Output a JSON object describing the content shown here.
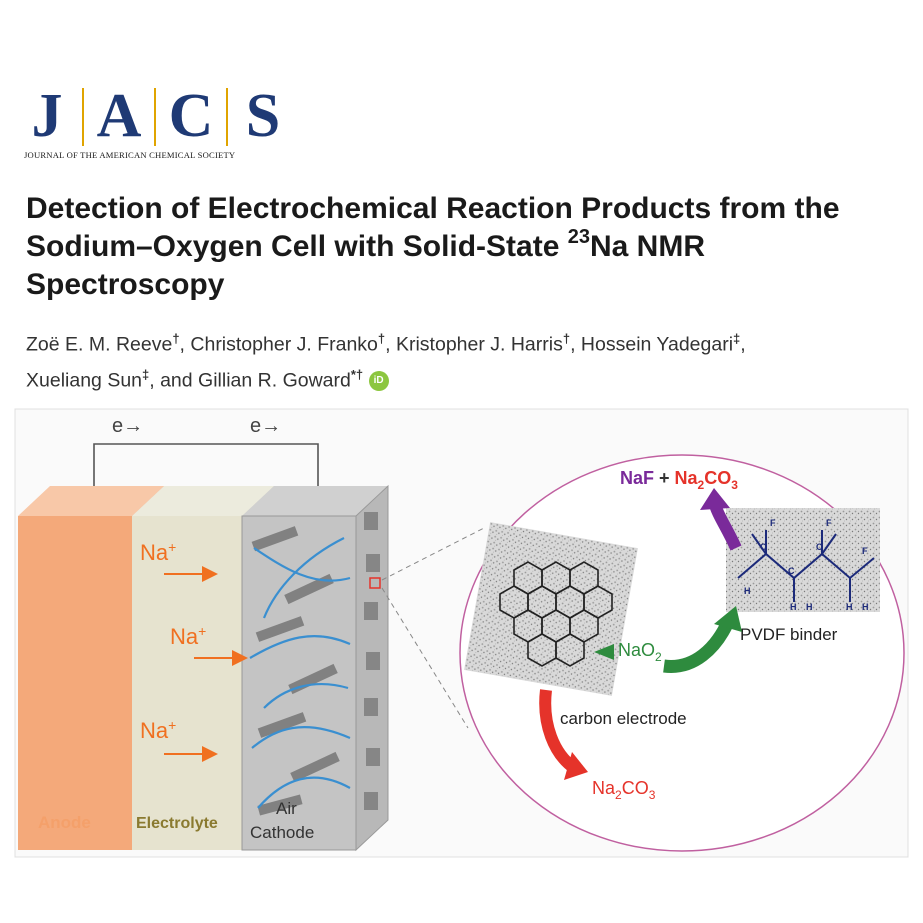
{
  "journal": {
    "letters": [
      "J",
      "A",
      "C",
      "S"
    ],
    "subtitle": "JOURNAL OF THE AMERICAN CHEMICAL SOCIETY"
  },
  "article": {
    "title_part1": "Detection of Electrochemical Reaction Products from the Sodium–Oxygen Cell with Solid-State ",
    "title_sup": "23",
    "title_part2": "Na NMR Spectroscopy",
    "authors": [
      {
        "name": "Zoë E. M. Reeve",
        "mark": "†"
      },
      {
        "name": "Christopher J. Franko",
        "mark": "†"
      },
      {
        "name": "Kristopher J. Harris",
        "mark": "†"
      },
      {
        "name": "Hossein Yadegari",
        "mark": "‡"
      },
      {
        "name": "Xueliang Sun",
        "mark": "‡"
      },
      {
        "name": "Gillian R. Goward",
        "mark": "*†"
      }
    ],
    "author_sep": ", ",
    "author_and": ", and ",
    "orcid_label": "iD"
  },
  "figure": {
    "electron_label": "e→",
    "na_ion_base": "Na",
    "na_ion_charge": "+",
    "anode_label": "Anode",
    "electrolyte_label": "Electrolyte",
    "cathode_label_1": "Air",
    "cathode_label_2": "Cathode",
    "product_naf": "NaF",
    "product_plus": " + ",
    "na2co3_a": "Na",
    "na2co3_sub2": "2",
    "na2co3_b": "CO",
    "na2co3_sub3": "3",
    "nao2_a": "NaO",
    "nao2_sub": "2",
    "carbon_electrode_label": "carbon electrode",
    "pvdf_label": "PVDF binder",
    "pvdf_atoms": [
      "C",
      "C",
      "C",
      "F",
      "F",
      "F",
      "H",
      "H",
      "H",
      "H",
      "H"
    ]
  },
  "colors": {
    "jacs_blue": "#1f3a75",
    "jacs_gold": "#e0a400",
    "anode_orange": "#f4a97a",
    "na_orange": "#f07020",
    "arrow_red": "#e5332a",
    "arrow_green": "#2e8b3e",
    "arrow_purple": "#7a2a9a",
    "pvdf_navy": "#1c2a7a",
    "fiber_blue": "#3a8fd0",
    "orcid_green": "#8cc63f"
  }
}
